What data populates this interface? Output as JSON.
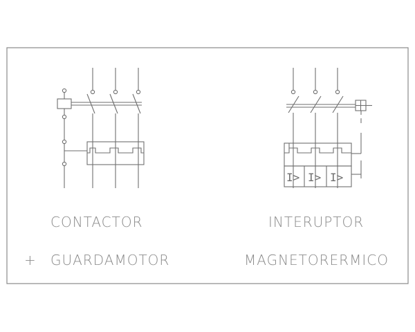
{
  "diagram": {
    "left_symbol": {
      "caption_line1": "CONTACTOR",
      "caption_prefix": "+",
      "caption_line2": "GUARDAMOTOR"
    },
    "right_symbol": {
      "caption_line1": "INTERUPTOR",
      "caption_line2": "MAGNETORERMICO",
      "trip_glyph": "I>"
    }
  }
}
